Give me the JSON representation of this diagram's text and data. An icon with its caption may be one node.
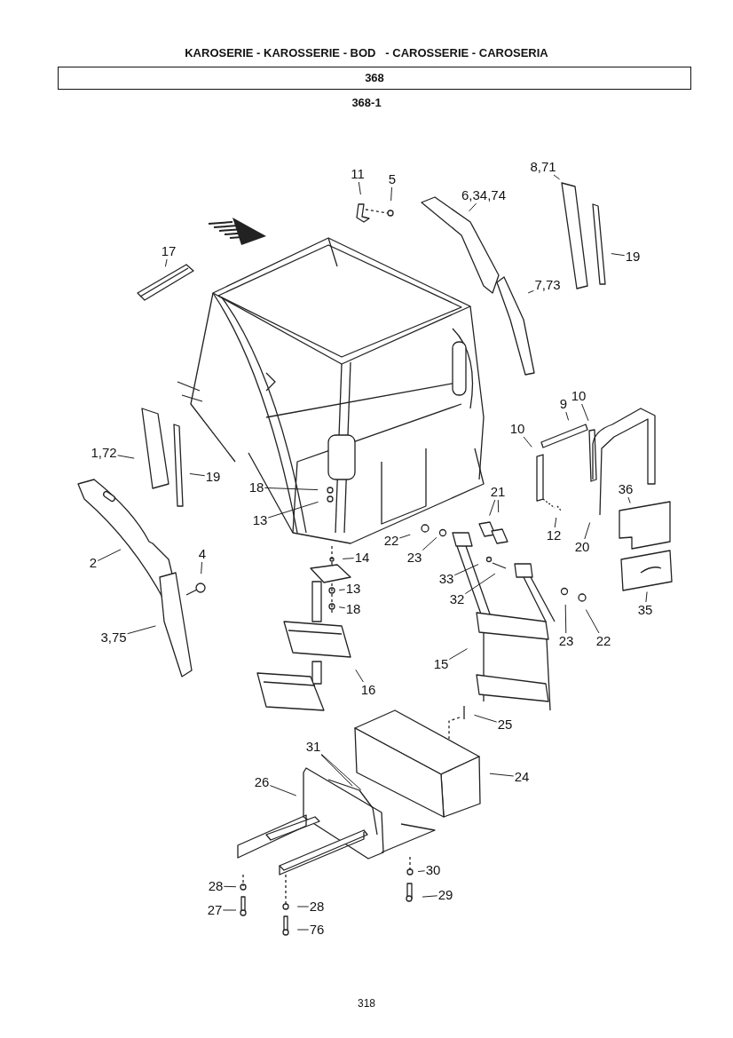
{
  "diagram": {
    "title": "KAROSERIE - KAROSSERIE - BOD   - CAROSSERIE - CAROSERIA",
    "nodes": [
      {
        "text": [
          "11"
        ]
      },
      {
        "text": [
          "5"
        ]
      },
      {
        "text": [
          "6,34,74"
        ]
      },
      {
        "text": [
          "8,71"
        ]
      },
      {
        "text": [
          "19"
        ]
      },
      {
        "text": [
          "7,73"
        ]
      },
      {
        "text": [
          "17"
        ]
      },
      {
        "text": [
          "10"
        ]
      },
      {
        "text": [
          "9"
        ]
      },
      {
        "text": [
          "10"
        ]
      },
      {
        "text": [
          "1,72"
        ]
      },
      {
        "text": [
          "19"
        ]
      },
      {
        "text": [
          "18"
        ]
      },
      {
        "text": [
          "13"
        ]
      },
      {
        "text": [
          "21"
        ]
      },
      {
        "text": [
          "22"
        ]
      },
      {
        "text": [
          "23"
        ]
      },
      {
        "text": [
          "12"
        ]
      },
      {
        "text": [
          "36"
        ]
      },
      {
        "text": [
          "20"
        ]
      },
      {
        "text": [
          "2"
        ]
      },
      {
        "text": [
          "4"
        ]
      },
      {
        "text": [
          "14"
        ]
      },
      {
        "text": [
          "13"
        ]
      },
      {
        "text": [
          "18"
        ]
      },
      {
        "text": [
          "33"
        ]
      },
      {
        "text": [
          "32"
        ]
      },
      {
        "text": [
          "23"
        ]
      },
      {
        "text": [
          "22"
        ]
      },
      {
        "text": [
          "15"
        ]
      },
      {
        "text": [
          "16"
        ]
      },
      {
        "text": [
          "3,75"
        ]
      },
      {
        "text": [
          "35"
        ]
      },
      {
        "text": [
          "25"
        ]
      },
      {
        "text": [
          "31"
        ]
      },
      {
        "text": [
          "24"
        ]
      },
      {
        "text": [
          "26"
        ]
      },
      {
        "text": [
          "28"
        ]
      },
      {
        "text": [
          "30"
        ]
      },
      {
        "text": [
          "27"
        ]
      },
      {
        "text": [
          "28"
        ]
      },
      {
        "text": [
          "29"
        ]
      },
      {
        "text": [
          "76"
        ]
      }
    ],
    "edges": [
      {
        "from": 0,
        "to": null,
        "arrow": "none"
      },
      {
        "from": 1,
        "to": null,
        "arrow": "none"
      },
      {
        "from": 2,
        "to": null,
        "arrow": "none"
      },
      {
        "from": 3,
        "to": null,
        "arrow": "none"
      },
      {
        "from": 4,
        "to": null,
        "arrow": "none"
      },
      {
        "from": 5,
        "to": null,
        "arrow": "none"
      },
      {
        "from": 6,
        "to": null,
        "arrow": "none"
      },
      {
        "from": 7,
        "to": null,
        "arrow": "none"
      },
      {
        "from": 8,
        "to": null,
        "arrow": "none"
      },
      {
        "from": 9,
        "to": null,
        "arrow": "none"
      },
      {
        "from": 10,
        "to": null,
        "arrow": "none"
      },
      {
        "from": 11,
        "to": null,
        "arrow": "none"
      },
      {
        "from": 12,
        "to": null,
        "arrow": "none"
      },
      {
        "from": 13,
        "to": null,
        "arrow": "none"
      },
      {
        "from": 14,
        "to": null,
        "arrow": "none"
      },
      {
        "from": 14,
        "to": null,
        "arrow": "none"
      },
      {
        "from": 15,
        "to": null,
        "arrow": "none"
      },
      {
        "from": 16,
        "to": null,
        "arrow": "none"
      },
      {
        "from": 17,
        "to": null,
        "arrow": "none"
      },
      {
        "from": 18,
        "to": null,
        "arrow": "none"
      },
      {
        "from": 19,
        "to": null,
        "arrow": "none"
      },
      {
        "from": 20,
        "to": null,
        "arrow": "none"
      },
      {
        "from": 21,
        "to": null,
        "arrow": "none"
      },
      {
        "from": 22,
        "to": null,
        "arrow": "none"
      },
      {
        "from": 23,
        "to": null,
        "arrow": "none"
      },
      {
        "from": 24,
        "to": null,
        "arrow": "none"
      },
      {
        "from": 25,
        "to": null,
        "arrow": "none"
      },
      {
        "from": 26,
        "to": null,
        "arrow": "none"
      },
      {
        "from": 27,
        "to": null,
        "arrow": "none"
      },
      {
        "from": 28,
        "to": null,
        "arrow": "none"
      },
      {
        "from": 29,
        "to": null,
        "arrow": "none"
      },
      {
        "from": 30,
        "to": null,
        "arrow": "none"
      },
      {
        "from": 31,
        "to": null,
        "arrow": "none"
      },
      {
        "from": 32,
        "to": null,
        "arrow": "none"
      },
      {
        "from": 33,
        "to": null,
        "arrow": "none"
      },
      {
        "from": 34,
        "to": null,
        "arrow": "none"
      },
      {
        "from": 34,
        "to": null,
        "arrow": "none"
      },
      {
        "from": 35,
        "to": null,
        "arrow": "none"
      },
      {
        "from": 36,
        "to": null,
        "arrow": "none"
      },
      {
        "from": 37,
        "to": null,
        "arrow": "none"
      },
      {
        "from": 38,
        "to": null,
        "arrow": "none"
      },
      {
        "from": 39,
        "to": null,
        "arrow": "none"
      },
      {
        "from": 40,
        "to": null,
        "arrow": "none"
      },
      {
        "from": 41,
        "to": null,
        "arrow": "none"
      },
      {
        "from": 42,
        "to": null,
        "arrow": "none"
      }
    ],
    "labels": [
      "368",
      "368-1",
      "318"
    ]
  }
}
